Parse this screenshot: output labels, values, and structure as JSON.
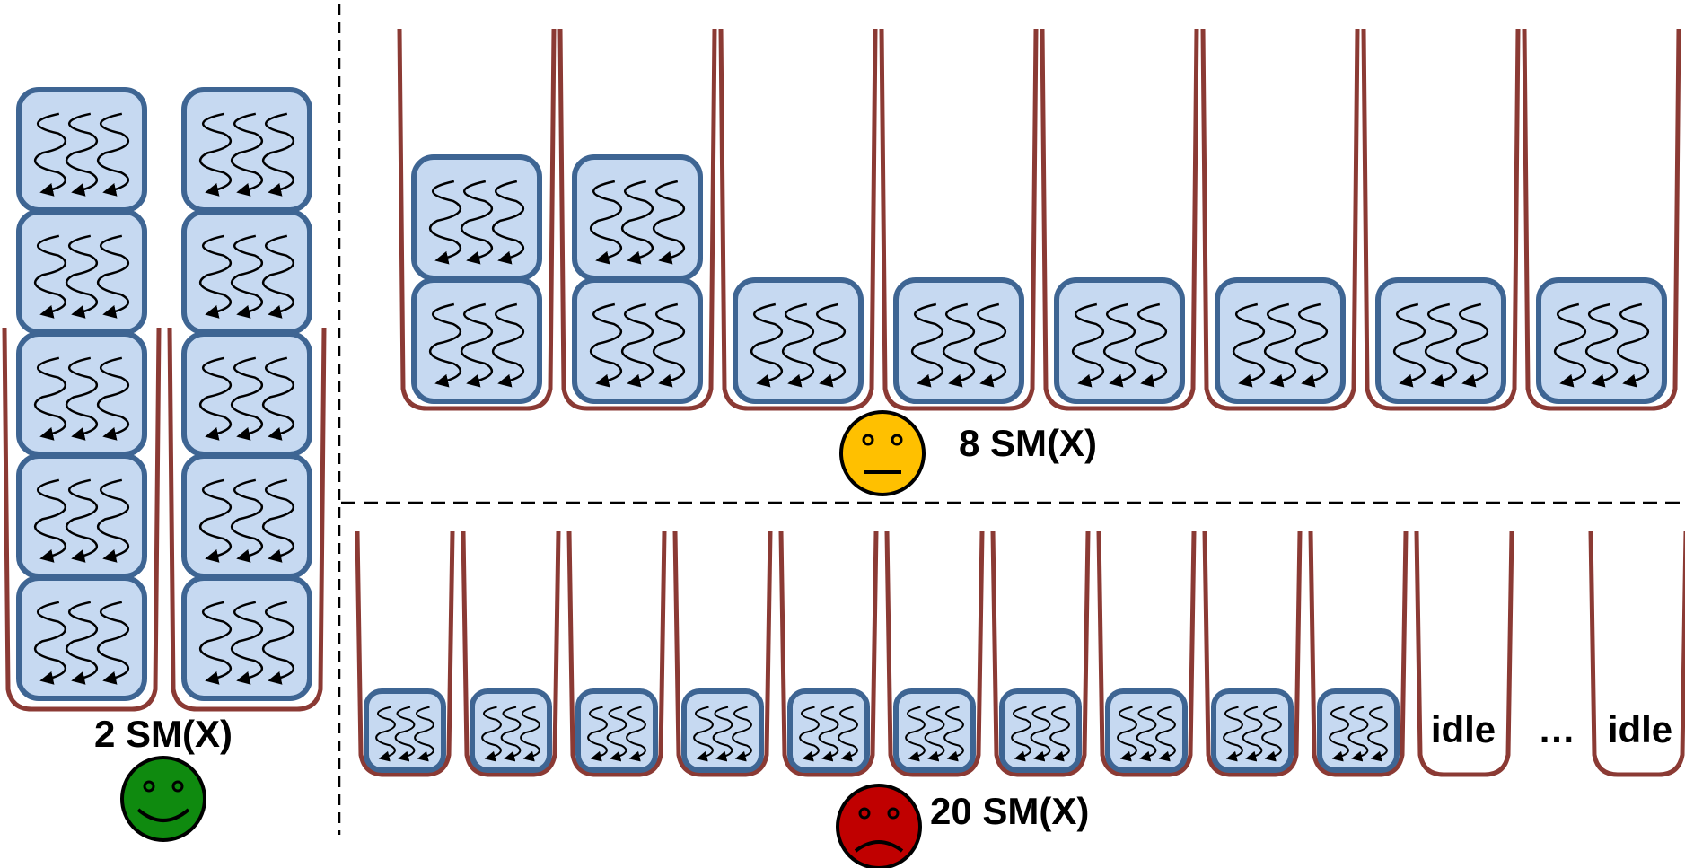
{
  "labels": {
    "left": "2 SM(X)",
    "top_right": "8 SM(X)",
    "bottom_right": "20 SM(X)",
    "idle": "idle",
    "ellipsis": "…"
  },
  "scenarios": [
    {
      "id": "two-sm",
      "sm_visible": 2,
      "blocks_per_sm": [
        5,
        5
      ],
      "mood": "happy"
    },
    {
      "id": "eight-sm",
      "sm_visible": 8,
      "blocks_per_sm": [
        2,
        2,
        1,
        1,
        1,
        1,
        1,
        1
      ],
      "mood": "neutral"
    },
    {
      "id": "twenty-sm",
      "sm_visible": 12,
      "blocks_per_sm": [
        1,
        1,
        1,
        1,
        1,
        1,
        1,
        1,
        1,
        1,
        0,
        0
      ],
      "idle_sm_labels": 2,
      "mood": "sad"
    }
  ],
  "colors": {
    "sm_container": "#8b3a34",
    "block_fill": "#c6d9f1",
    "block_border": "#3e6593",
    "warp_arrow": "#000000",
    "divider": "#000000",
    "face_happy": "#0f8a0f",
    "face_neutral": "#ffc000",
    "face_sad": "#c00000"
  },
  "icons": {
    "thread_block": "warp-squiggle-arrows",
    "sm_container": "u-shaped-container",
    "face_happy": "smiley-face-icon",
    "face_neutral": "neutral-face-icon",
    "face_sad": "frowning-face-icon"
  }
}
